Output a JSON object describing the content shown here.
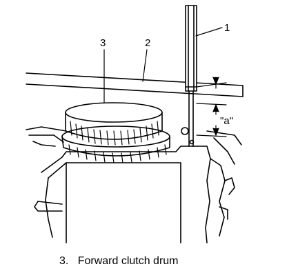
{
  "callouts": {
    "c1": "1",
    "c2": "2",
    "c3": "3",
    "dimension": "\"a\""
  },
  "caption": {
    "number": "3.",
    "text": "Forward clutch drum"
  }
}
